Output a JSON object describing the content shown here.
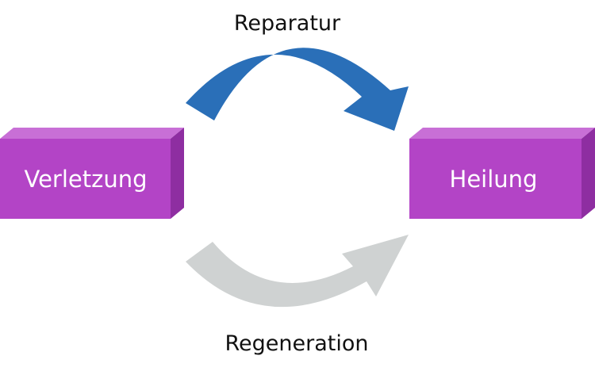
{
  "nodes": {
    "left": {
      "label": "Verletzung"
    },
    "right": {
      "label": "Heilung"
    }
  },
  "arrows": {
    "top": {
      "label": "Reparatur"
    },
    "bottom": {
      "label": "Regeneration"
    }
  },
  "colors": {
    "box_front": "#b344c6",
    "box_top": "#c86fd6",
    "box_side": "#8e2ea1",
    "arrow_top": "#2a6fb8",
    "arrow_bottom": "#cfd2d2",
    "label_text": "#ffffff",
    "arrow_label_text": "#111111"
  }
}
